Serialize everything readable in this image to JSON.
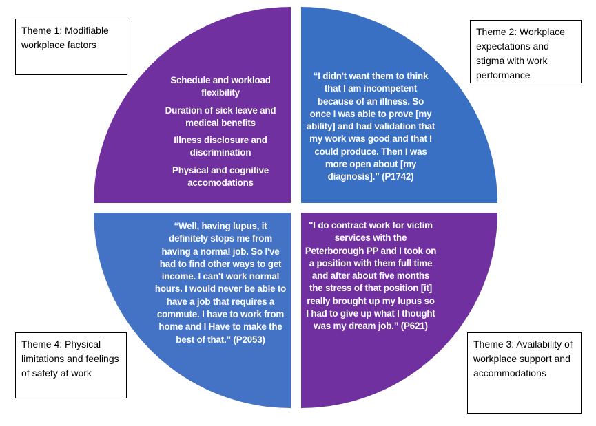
{
  "colors": {
    "purple": "#7030A0",
    "blue": "#4472C4",
    "blue_top": "#3A70C3"
  },
  "themes": {
    "theme1": "Theme 1: Modifiable workplace factors",
    "theme2": "Theme 2: Workplace expectations and stigma with work performance",
    "theme3": "Theme 3: Availability of workplace support and accommodations",
    "theme4": "Theme 4: Physical limitations and feelings of safety at work"
  },
  "quadrants": {
    "top_left_items": [
      "Schedule and workload flexibility",
      "Duration of sick leave and medical benefits",
      "Illness disclosure and discrimination",
      "Physical and cognitive accomodations"
    ],
    "top_right_quote": "“I didn't want them to think that I am incompetent because of an illness. So once I was able to prove [my ability] and had validation that my work was good and that I could produce. Then I was more open about [my diagnosis].” (P1742)",
    "bottom_left_quote": "“Well, having lupus, it definitely stops me from having a normal job. So I've had to find other ways to get income. I can't work normal hours. I would never be able to have a job that requires a commute. I have to work from home and I Have to make the best of that.” (P2053)",
    "bottom_right_quote": "\"I do contract work for victim services with the Peterborough PP and I took on a position with them full time and after about five months the stress of that position [it] really brought up my lupus so I had to give up what I thought was my dream job.” (P621)"
  }
}
